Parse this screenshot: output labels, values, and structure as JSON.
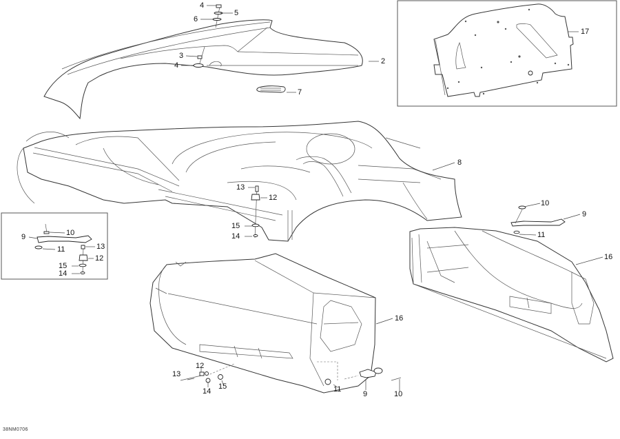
{
  "diagram": {
    "type": "exploded-parts-diagram",
    "drawing_code": "38NM0706",
    "insets": [
      {
        "name": "plate-inset",
        "parts": [
          "17"
        ]
      },
      {
        "name": "handle-inset",
        "parts": [
          "9",
          "10",
          "11",
          "12",
          "13",
          "14",
          "15"
        ]
      }
    ],
    "callouts": [
      {
        "id": "c4a",
        "label": "4",
        "part": "upper-fastener"
      },
      {
        "id": "c5",
        "label": "5",
        "part": "washer"
      },
      {
        "id": "c6",
        "label": "6",
        "part": "grommet"
      },
      {
        "id": "c3",
        "label": "3",
        "part": "rivet"
      },
      {
        "id": "c4b",
        "label": "4",
        "part": "lower-fastener"
      },
      {
        "id": "c2",
        "label": "2",
        "part": "front-cover"
      },
      {
        "id": "c7",
        "label": "7",
        "part": "vent-grille"
      },
      {
        "id": "c17",
        "label": "17",
        "part": "mounting-plate"
      },
      {
        "id": "c8",
        "label": "8",
        "part": "deck-body"
      },
      {
        "id": "c13a",
        "label": "13",
        "part": "screw"
      },
      {
        "id": "c12a",
        "label": "12",
        "part": "nut-clip"
      },
      {
        "id": "c15a",
        "label": "15",
        "part": "washer"
      },
      {
        "id": "c14a",
        "label": "14",
        "part": "nut"
      },
      {
        "id": "c10a",
        "label": "10",
        "part": "pin"
      },
      {
        "id": "c9a",
        "label": "9",
        "part": "handle"
      },
      {
        "id": "c11a",
        "label": "11",
        "part": "grommet"
      },
      {
        "id": "c13b",
        "label": "13",
        "part": "screw"
      },
      {
        "id": "c12b",
        "label": "12",
        "part": "nut-clip"
      },
      {
        "id": "c15b",
        "label": "15",
        "part": "washer"
      },
      {
        "id": "c14b",
        "label": "14",
        "part": "nut"
      },
      {
        "id": "c10b",
        "label": "10",
        "part": "pin"
      },
      {
        "id": "c9b",
        "label": "9",
        "part": "handle"
      },
      {
        "id": "c11b",
        "label": "11",
        "part": "grommet"
      },
      {
        "id": "c16a",
        "label": "16",
        "part": "side-panel-right"
      },
      {
        "id": "c16b",
        "label": "16",
        "part": "side-panel-left"
      },
      {
        "id": "c12c",
        "label": "12",
        "part": "nut-clip"
      },
      {
        "id": "c13c",
        "label": "13",
        "part": "screw"
      },
      {
        "id": "c14c",
        "label": "14",
        "part": "nut"
      },
      {
        "id": "c15c",
        "label": "15",
        "part": "washer"
      },
      {
        "id": "c11c",
        "label": "11",
        "part": "grommet"
      },
      {
        "id": "c9c",
        "label": "9",
        "part": "handle"
      },
      {
        "id": "c10c",
        "label": "10",
        "part": "pin"
      }
    ]
  }
}
